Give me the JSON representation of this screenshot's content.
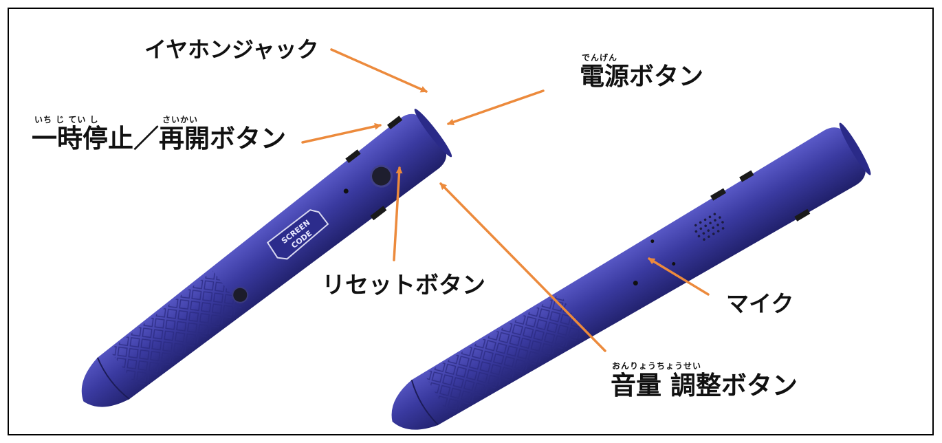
{
  "labels": {
    "earphone_jack": "イヤホンジャック",
    "power_button": "電源ボタン",
    "power_button_ruby": "でんげん",
    "pause_resume_button": "一時停止／再開ボタン",
    "pause_ruby": "いち じ てい し",
    "resume_ruby": "さいかい",
    "reset_button": "リセットボタン",
    "microphone": "マイク",
    "volume_button": "音量 調整ボタン",
    "volume_ruby": "おんりょうちょうせい"
  },
  "logo_text": "screen code",
  "colors": {
    "pen_body": "#3a3aa0",
    "pen_shadow": "#22226a",
    "pen_highlight": "#5656c4",
    "arrow": "#ec8a3c",
    "frame": "#000000",
    "button_dark": "#1e1e2e"
  }
}
